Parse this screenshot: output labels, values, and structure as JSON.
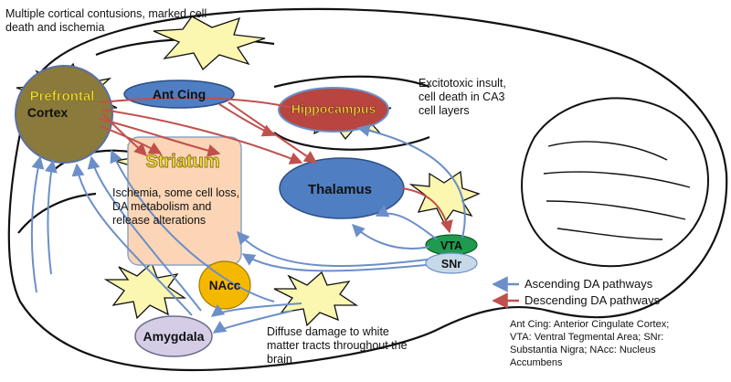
{
  "regions": {
    "prefrontal_line1": "Prefrontal",
    "prefrontal_line2": "Cortex",
    "ant_cing": "Ant Cing",
    "hippocampus": "Hippocampus",
    "striatum": "Striatum",
    "thalamus": "Thalamus",
    "vta": "VTA",
    "snr": "SNr",
    "nacc": "NAcc",
    "amygdala": "Amygdala"
  },
  "annotations": {
    "cortical": [
      "Multiple cortical contusions, marked cell",
      "death and ischemia"
    ],
    "hippocampal": [
      "Excitotoxic insult,",
      "cell death in CA3",
      "cell layers"
    ],
    "striatal": [
      "Ischemia, some cell loss,",
      "DA metabolism and",
      "release alterations"
    ],
    "white_matter": [
      "Diffuse damage to white",
      "matter tracts throughout the",
      "brain"
    ]
  },
  "legend": {
    "ascending": "Ascending DA pathways",
    "descending": "Descending DA pathways",
    "ascending_color": "#6b8fc8",
    "descending_color": "#c0504d"
  },
  "abbreviations": [
    "Ant Cing: Anterior Cingulate Cortex;",
    "VTA: Ventral Tegmental Area; SNr:",
    "Substantia Nigra; NAcc: Nucleus",
    "Accumbens"
  ],
  "colors": {
    "prefrontal": "#8a7a3c",
    "ant_cing": "#4f7ec2",
    "hippocampus": "#b8453f",
    "striatum": "#fbd5b5",
    "thalamus": "#4f7ec2",
    "vta": "#1f9a4f",
    "snr": "#c5d9e8",
    "nacc": "#f5b800",
    "amygdala": "#d5cde6",
    "starburst": "#fbf7b0"
  }
}
